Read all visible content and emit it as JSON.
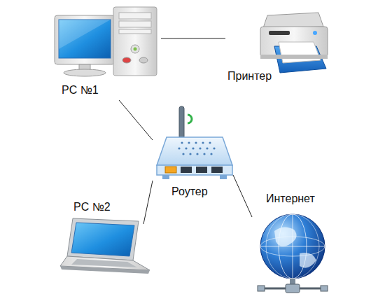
{
  "diagram": {
    "nodes": [
      {
        "text": [
          "PC №1"
        ]
      },
      {
        "text": [
          "Принтер"
        ]
      },
      {
        "text": [
          "Роутер"
        ]
      },
      {
        "text": [
          "PC №2"
        ]
      },
      {
        "text": [
          "Интернет"
        ]
      }
    ],
    "edges": [
      {
        "from": 0,
        "to": 1,
        "arrow": "none"
      },
      {
        "from": 0,
        "to": 2,
        "arrow": "none"
      },
      {
        "from": 2,
        "to": 3,
        "arrow": "none"
      },
      {
        "from": 2,
        "to": 4,
        "arrow": "none"
      }
    ]
  }
}
